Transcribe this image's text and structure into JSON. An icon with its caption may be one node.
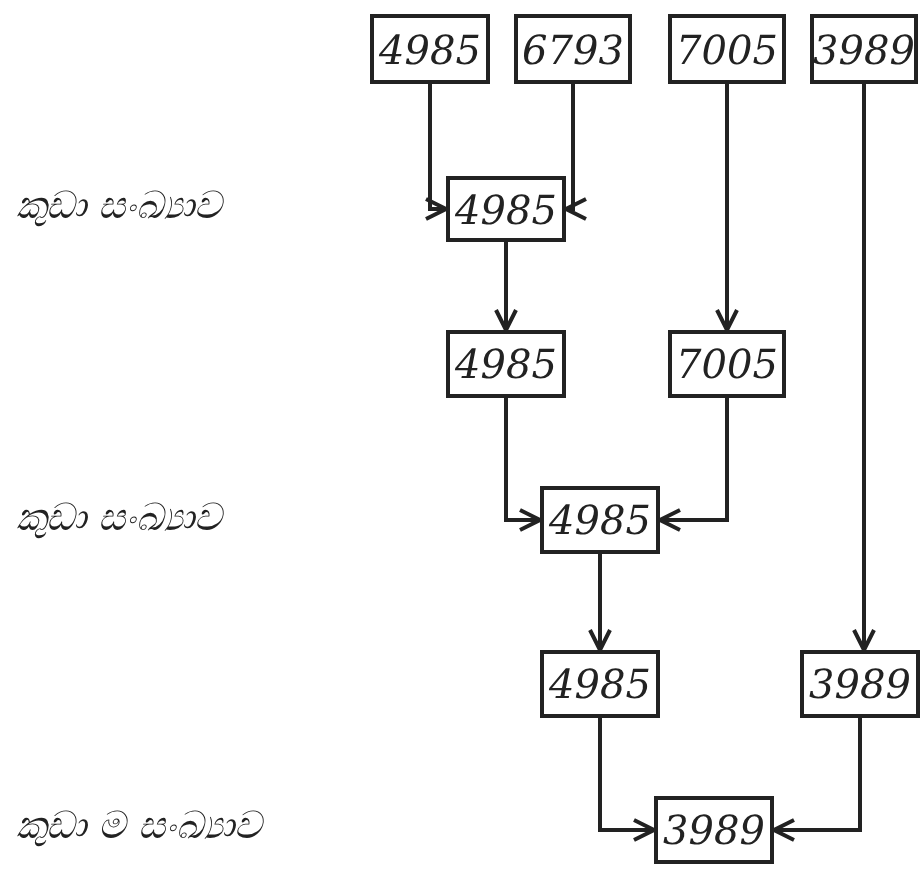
{
  "diagram": {
    "nodes": [
      {
        "text": [
          "4985"
        ]
      },
      {
        "text": [
          "6793"
        ]
      },
      {
        "text": [
          "7005"
        ]
      },
      {
        "text": [
          "3989"
        ]
      },
      {
        "text": [
          "4985"
        ]
      },
      {
        "text": [
          "4985"
        ]
      },
      {
        "text": [
          "7005"
        ]
      },
      {
        "text": [
          "4985"
        ]
      },
      {
        "text": [
          "4985"
        ]
      },
      {
        "text": [
          "3989"
        ]
      },
      {
        "text": [
          "3989"
        ]
      }
    ],
    "edges": [
      {
        "from": 0,
        "to": 4,
        "arrow": "to"
      },
      {
        "from": 1,
        "to": 4,
        "arrow": "to"
      },
      {
        "from": 4,
        "to": 5,
        "arrow": "to"
      },
      {
        "from": 2,
        "to": 6,
        "arrow": "to"
      },
      {
        "from": 5,
        "to": 7,
        "arrow": "to"
      },
      {
        "from": 6,
        "to": 7,
        "arrow": "to"
      },
      {
        "from": 7,
        "to": 8,
        "arrow": "to"
      },
      {
        "from": 3,
        "to": 9,
        "arrow": "to"
      },
      {
        "from": 8,
        "to": 10,
        "arrow": "to"
      },
      {
        "from": 9,
        "to": 10,
        "arrow": "to"
      }
    ],
    "labels": [
      "කුඩා සංඛ්‍යාව",
      "කුඩා සංඛ්‍යාව",
      "කුඩා ම සංඛ්‍යාව"
    ]
  }
}
